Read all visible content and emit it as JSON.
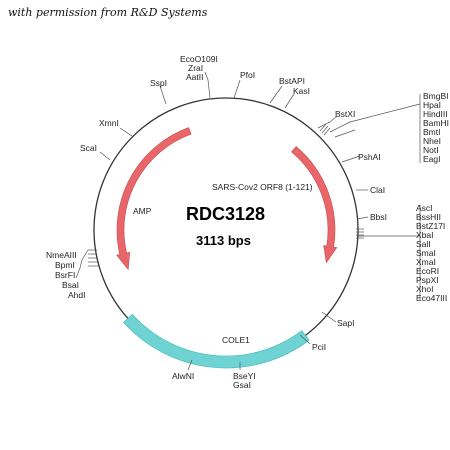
{
  "header": "with permission from R&D Systems",
  "plasmid": {
    "name": "RDC3128",
    "size": "3113 bps"
  },
  "features": {
    "orf": "SARS-Cov2 ORF8 (1-121)",
    "amp": "AMP",
    "cole1": "COLE1"
  },
  "sites": {
    "top": [
      "EcoO109I",
      "ZraI",
      "AatII"
    ],
    "sspi": "SspI",
    "pfol": "PfoI",
    "bstapi": "BstAPI",
    "kasi": "KasI",
    "bstxi": "BstXI",
    "right_group1": [
      "BmgBI",
      "HpaI",
      "HindIII",
      "BamHI",
      "BmtI",
      "NheI",
      "NotI",
      "EagI"
    ],
    "pshai": "PshAI",
    "clai": "ClaI",
    "bbsi": "BbsI",
    "right_group2": [
      "AscI",
      "BssHII",
      "BstZ17I",
      "XbaI",
      "SalI",
      "SmaI",
      "XmaI",
      "EcoRI",
      "PspXI",
      "XhoI",
      "Eco47III"
    ],
    "sapi": "SapI",
    "pcii": "PciI",
    "bseyi_group": [
      "BseYI",
      "GsaI"
    ],
    "alwni": "AlwNI",
    "xmni": "XmnI",
    "scai": "ScaI",
    "left_group": [
      "NmeAIII",
      "BpmI",
      "BsrFI",
      "BsaI",
      "AhdI"
    ]
  },
  "colors": {
    "orf": "#e8666a",
    "amp": "#e8666a",
    "cole1": "#6fd3d3",
    "backbone": "#333333"
  }
}
